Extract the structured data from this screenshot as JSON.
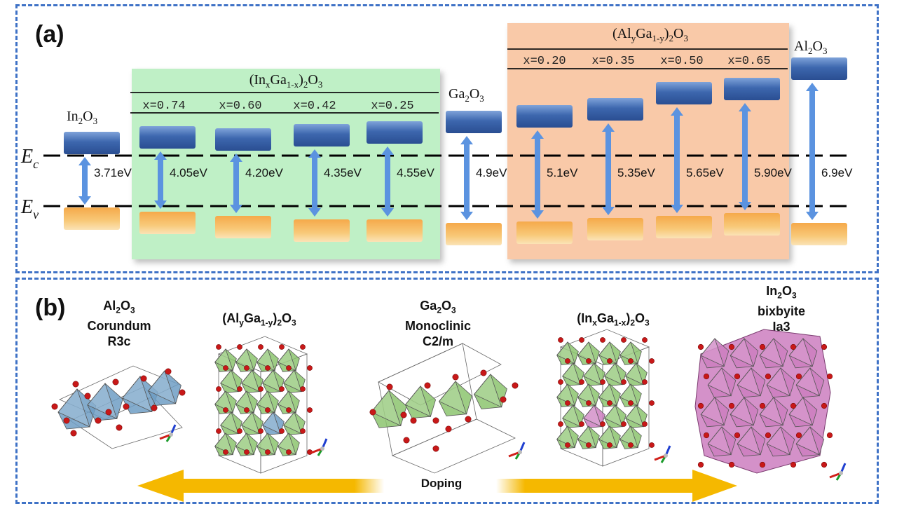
{
  "panel_a": {
    "label": "(a)",
    "level_labels": {
      "ec_main": "E",
      "ec_sub": "c",
      "ev_main": "E",
      "ev_sub": "v"
    },
    "in_group": {
      "title_parts": [
        "(In",
        "x",
        "Ga",
        "1-x",
        ")",
        "2",
        "O",
        "3"
      ],
      "compositions": [
        "x=0.74",
        "x=0.60",
        "x=0.42",
        "x=0.25"
      ],
      "color": "#bff0c6"
    },
    "al_group": {
      "title_parts": [
        "(Al",
        "y",
        "Ga",
        "1-y",
        ")",
        "2",
        "O",
        "3"
      ],
      "compositions": [
        "x=0.20",
        "x=0.35",
        "x=0.50",
        "x=0.65"
      ],
      "color": "#f9c9a8"
    },
    "materials": [
      {
        "name": [
          "In",
          "2",
          "O",
          "3"
        ],
        "gap": "3.71eV"
      },
      {
        "name": null,
        "gap": "4.05eV"
      },
      {
        "name": null,
        "gap": "4.20eV"
      },
      {
        "name": null,
        "gap": "4.35eV"
      },
      {
        "name": null,
        "gap": "4.55eV"
      },
      {
        "name": [
          "Ga",
          "2",
          "O",
          "3"
        ],
        "gap": "4.9eV"
      },
      {
        "name": null,
        "gap": "5.1eV"
      },
      {
        "name": null,
        "gap": "5.35eV"
      },
      {
        "name": null,
        "gap": "5.65eV"
      },
      {
        "name": null,
        "gap": "5.90eV"
      },
      {
        "name": [
          "Al",
          "2",
          "O",
          "3"
        ],
        "gap": "6.9eV"
      }
    ],
    "colors": {
      "conduction_band": "#3b66ad",
      "valence_band": "#f6b25b",
      "arrow": "#5b93e0"
    }
  },
  "panel_b": {
    "label": "(b)",
    "structures": [
      {
        "lines": [
          "Al2O3",
          "Corundum",
          "R3c"
        ],
        "color": "#6f9ec4"
      },
      {
        "lines": [
          "(AlyGa1-y)2O3"
        ],
        "color": "#8cc46e"
      },
      {
        "lines": [
          "Ga2O3",
          "Monoclinic",
          "C2/m"
        ],
        "color": "#8cc46e"
      },
      {
        "lines": [
          "(InxGa1-x)2O3"
        ],
        "color": "#8cc46e"
      },
      {
        "lines": [
          "In2O3",
          "bixbyite",
          "Ia3"
        ],
        "color": "#cc7ec0"
      }
    ],
    "doping_label": "Doping",
    "arrow_color": "#f5b800"
  }
}
